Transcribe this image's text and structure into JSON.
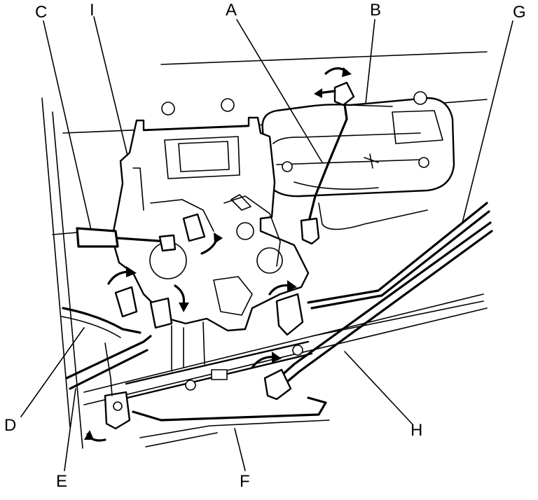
{
  "labels": {
    "a": "A",
    "b": "B",
    "c": "C",
    "d": "D",
    "e": "E",
    "f": "F",
    "g": "G",
    "h": "H",
    "i": "I"
  },
  "colors": {
    "line": "#000000",
    "background": "#ffffff"
  }
}
